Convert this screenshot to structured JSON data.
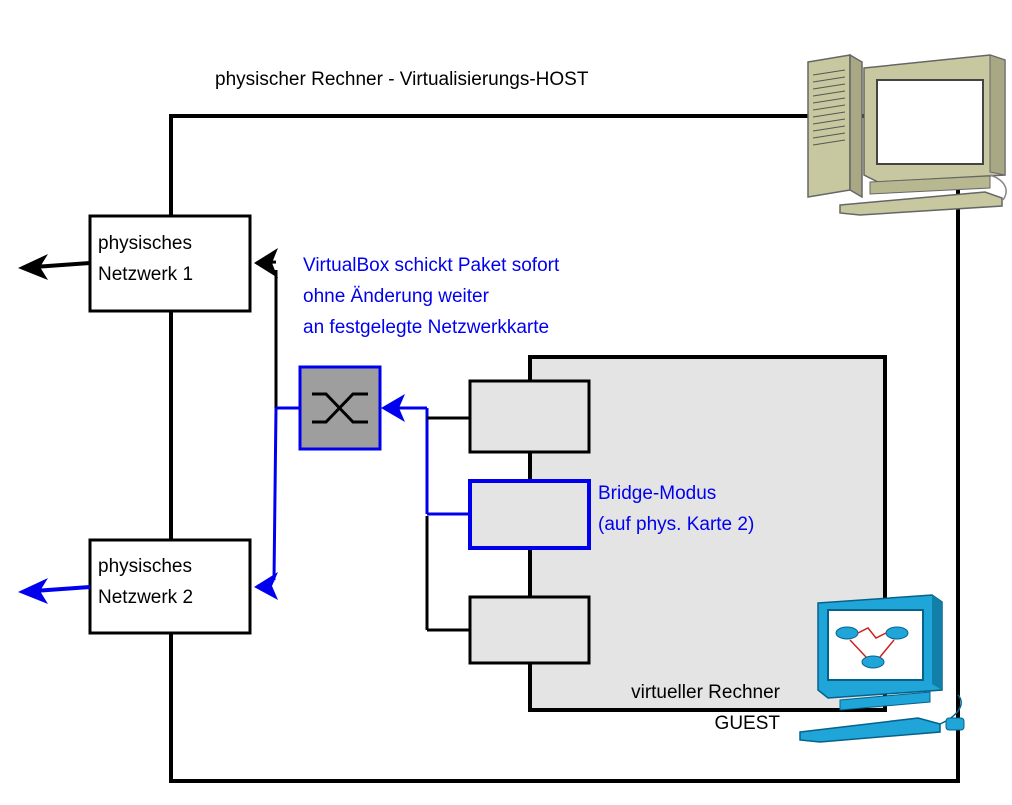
{
  "host": {
    "title": "physischer Rechner - Virtualisierungs-HOST"
  },
  "networks": [
    {
      "line1": "physisches",
      "line2": "Netzwerk 1"
    },
    {
      "line1": "physisches",
      "line2": "Netzwerk 2"
    }
  ],
  "annotation": {
    "line1": "VirtualBox schickt Paket sofort",
    "line2": "ohne Änderung weiter",
    "line3": "an festgelegte Netzwerkkarte"
  },
  "bridge": {
    "line1": "Bridge-Modus",
    "line2": "(auf phys. Karte 2)"
  },
  "guest": {
    "line1": "virtueller Rechner",
    "line2": "GUEST"
  },
  "icons": {
    "host": "desktop-computer-icon",
    "guest": "workstation-network-icon",
    "switch": "bridge-switch-icon"
  },
  "colors": {
    "bridge_path": "#0000ee",
    "normal_path": "#000000",
    "switch_fill": "#9e9e9e",
    "guest_fill": "#e4e4e4",
    "nic_fill": "#e4e4e4"
  }
}
